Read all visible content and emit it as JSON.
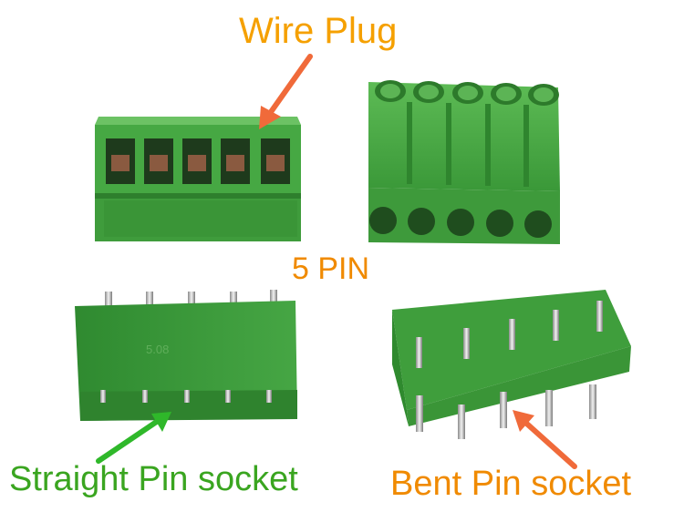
{
  "labels": {
    "wire_plug": "Wire Plug",
    "pin_count": "5 PIN",
    "straight_pin_socket": "Straight Pin socket",
    "bent_pin_socket": "Bent Pin socket",
    "housing_marking": [
      "5.08"
    ]
  },
  "colors": {
    "connector_green": "#3c9a3c",
    "wire_plug_text": "#f5a000",
    "pin_count_text": "#f08a00",
    "straight_text": "#3aa520",
    "bent_text": "#f08a00",
    "arrow_orange": "#f06a3a",
    "arrow_green": "#2fb82a"
  }
}
